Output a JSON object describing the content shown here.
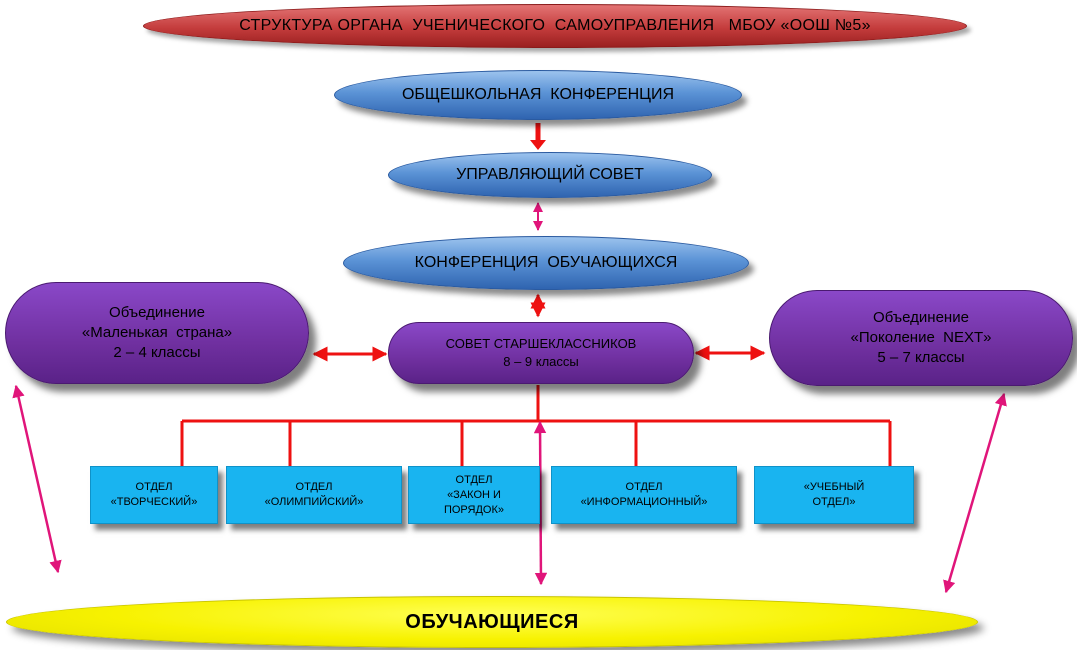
{
  "title": "СТРУКТУРА ОРГАНА  УЧЕНИЧЕСКОГО  САМОУПРАВЛЕНИЯ   МБОУ «ООШ №5»",
  "general_conference": "ОБЩЕШКОЛЬНАЯ  КОНФЕРЕНЦИЯ",
  "governing_council": "УПРАВЛЯЮЩИЙ СОВЕТ",
  "students_conference": "КОНФЕРЕНЦИЯ  ОБУЧАЮЩИХСЯ",
  "senior_council": {
    "line1": "СОВЕТ СТАРШЕКЛАССНИКОВ",
    "line2": "8 – 9 классы"
  },
  "left_union": {
    "line1": "Объединение",
    "line2": "«Маленькая  страна»",
    "line3": "2 – 4 классы"
  },
  "right_union": {
    "line1": "Объединение",
    "line2": "«Поколение  NEXT»",
    "line3": "5 – 7 классы"
  },
  "departments": [
    {
      "line1": "ОТДЕЛ",
      "line2": "«ТВОРЧЕСКИЙ»",
      "line3": ""
    },
    {
      "line1": "ОТДЕЛ",
      "line2": "«ОЛИМПИЙСКИЙ»",
      "line3": ""
    },
    {
      "line1": "ОТДЕЛ",
      "line2": "«ЗАКОН И",
      "line3": "ПОРЯДОК»"
    },
    {
      "line1": "ОТДЕЛ",
      "line2": "«ИНФОРМАЦИОННЫЙ»",
      "line3": ""
    },
    {
      "line1": "«УЧЕБНЫЙ",
      "line2": "ОТДЕЛ»",
      "line3": ""
    }
  ],
  "students": "ОБУЧАЮЩИЕСЯ",
  "colors": {
    "title_fill": "#c43c3c",
    "blue_fill": "#5b93d6",
    "purple_fill": "#7030a0",
    "dept_fill": "#19b4f0",
    "students_fill": "#f7f200",
    "red_connector": "#ee1111",
    "pink_connector": "#e0157a"
  }
}
